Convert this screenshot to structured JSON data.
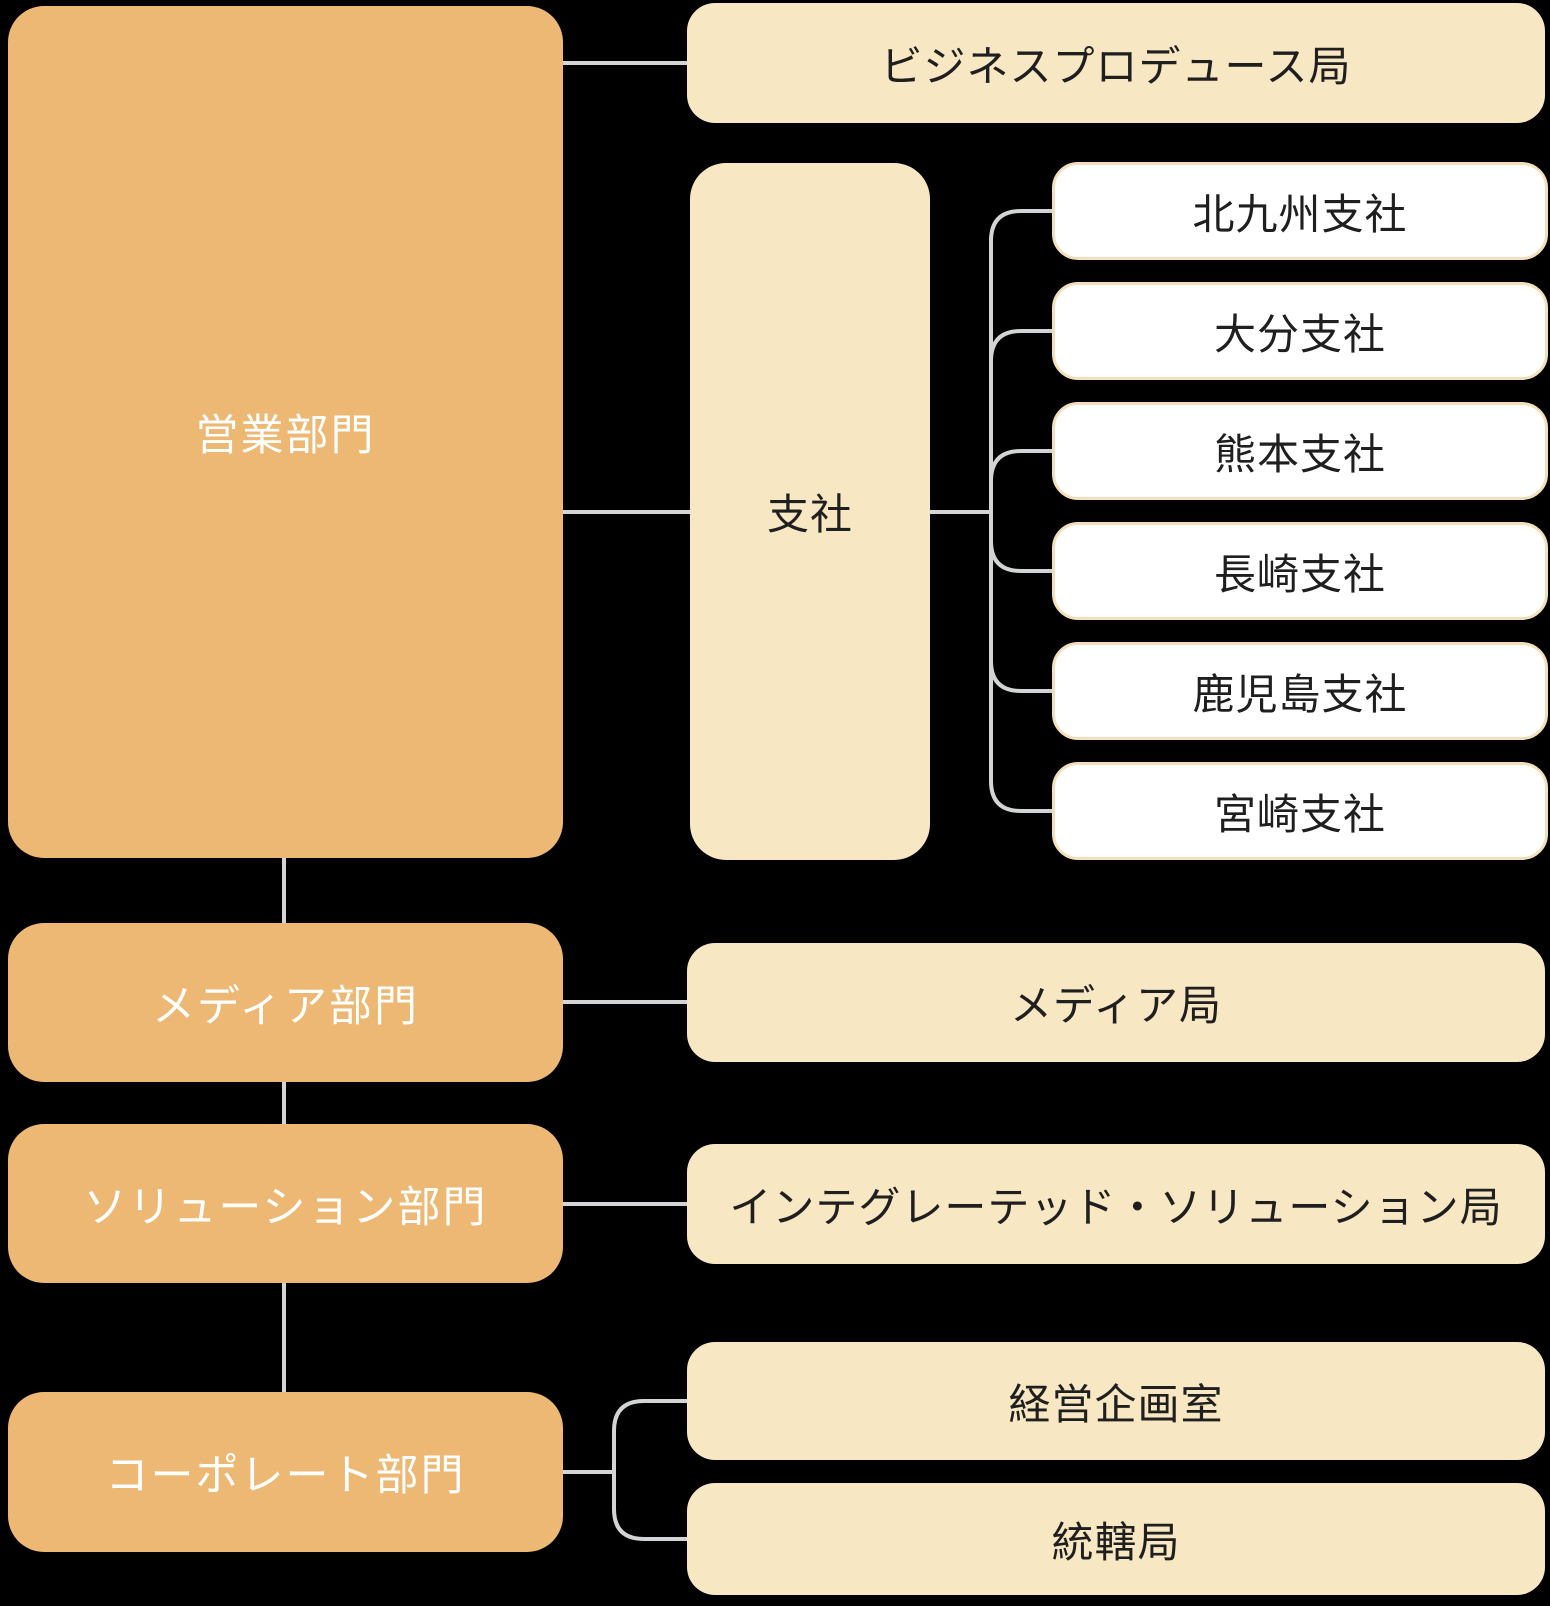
{
  "colors": {
    "background": "#000000",
    "department_fill": "#edb873",
    "department_text": "#ffffff",
    "bureau_fill": "#f7e7c3",
    "bureau_text": "#1f1f1f",
    "branch_fill": "#ffffff",
    "branch_border": "#f3e0ba",
    "connector_line": "#d2d4d5"
  },
  "chart": {
    "departments": [
      {
        "label": "営業部門"
      },
      {
        "label": "メディア部門"
      },
      {
        "label": "ソリューション部門"
      },
      {
        "label": "コーポレート部門"
      }
    ],
    "sales_children": {
      "business_produce": "ビジネスプロデュース局",
      "shisha": "支社"
    },
    "branches": [
      "北九州支社",
      "大分支社",
      "熊本支社",
      "長崎支社",
      "鹿児島支社",
      "宮崎支社"
    ],
    "media_child": "メディア局",
    "solution_child": "インテグレーテッド・ソリューション局",
    "corporate_children": [
      "経営企画室",
      "統轄局"
    ]
  }
}
